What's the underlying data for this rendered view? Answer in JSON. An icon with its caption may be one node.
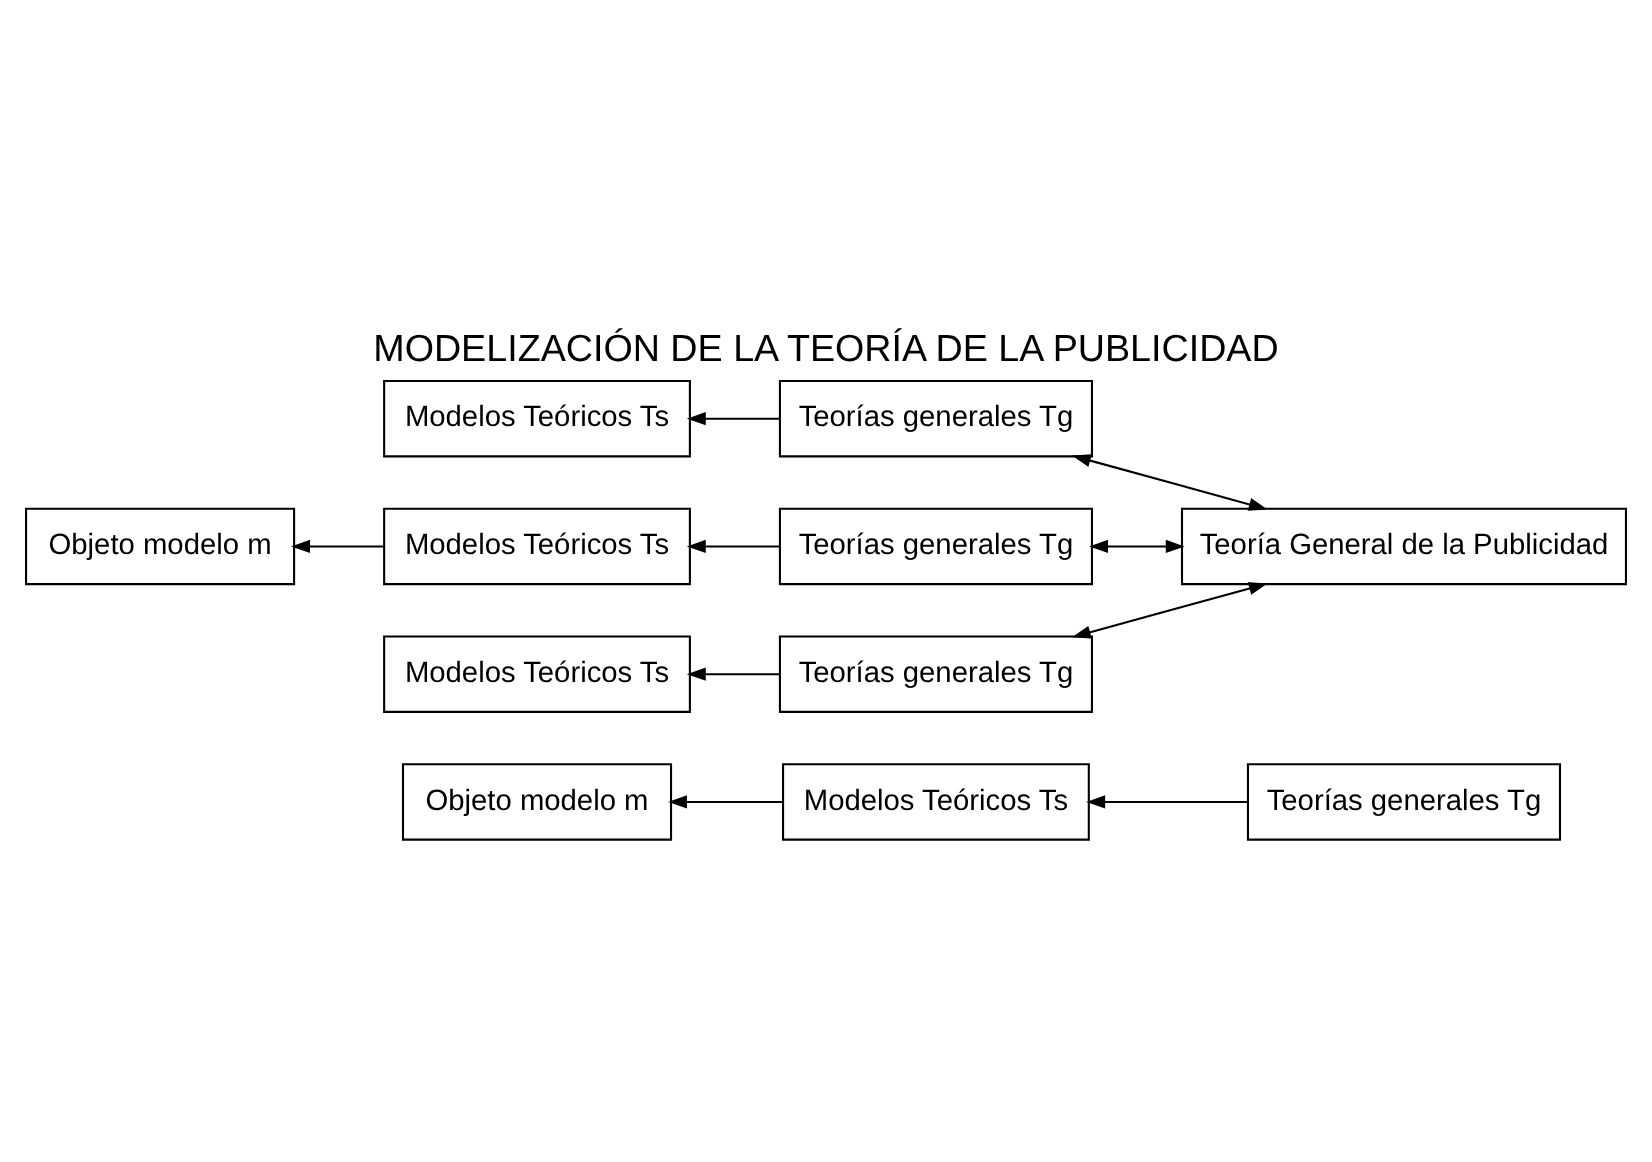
{
  "diagram": {
    "title": "MODELIZACIÓN DE LA TEORÍA DE LA PUBLICIDAD",
    "nodes": [
      {
        "text": [
          "Objeto modelo m"
        ]
      },
      {
        "text": [
          "Modelos Teóricos Ts"
        ]
      },
      {
        "text": [
          "Teorías generales Tg"
        ]
      },
      {
        "text": [
          "Modelos Teóricos Ts"
        ]
      },
      {
        "text": [
          "Teorías generales Tg"
        ]
      },
      {
        "text": [
          "Objeto modelo m"
        ]
      },
      {
        "text": [
          "Modelos Teóricos Ts"
        ]
      },
      {
        "text": [
          "Teorías generales Tg"
        ]
      },
      {
        "text": [
          "Modelos Teóricos Ts"
        ]
      },
      {
        "text": [
          "Teorías generales Tg"
        ]
      },
      {
        "text": [
          "Teoría General de la Publicidad"
        ]
      }
    ],
    "edges": [
      {
        "from": 1,
        "to": 0,
        "arrow": "to"
      },
      {
        "from": 2,
        "to": 1,
        "arrow": "to"
      },
      {
        "from": 4,
        "to": 3,
        "arrow": "to"
      },
      {
        "from": 6,
        "to": 5,
        "arrow": "to"
      },
      {
        "from": 7,
        "to": 6,
        "arrow": "to"
      },
      {
        "from": 9,
        "to": 8,
        "arrow": "to"
      },
      {
        "from": 10,
        "to": 9,
        "arrow": "both"
      },
      {
        "from": 10,
        "to": 7,
        "arrow": "both"
      },
      {
        "from": 10,
        "to": 4,
        "arrow": "both"
      }
    ]
  }
}
